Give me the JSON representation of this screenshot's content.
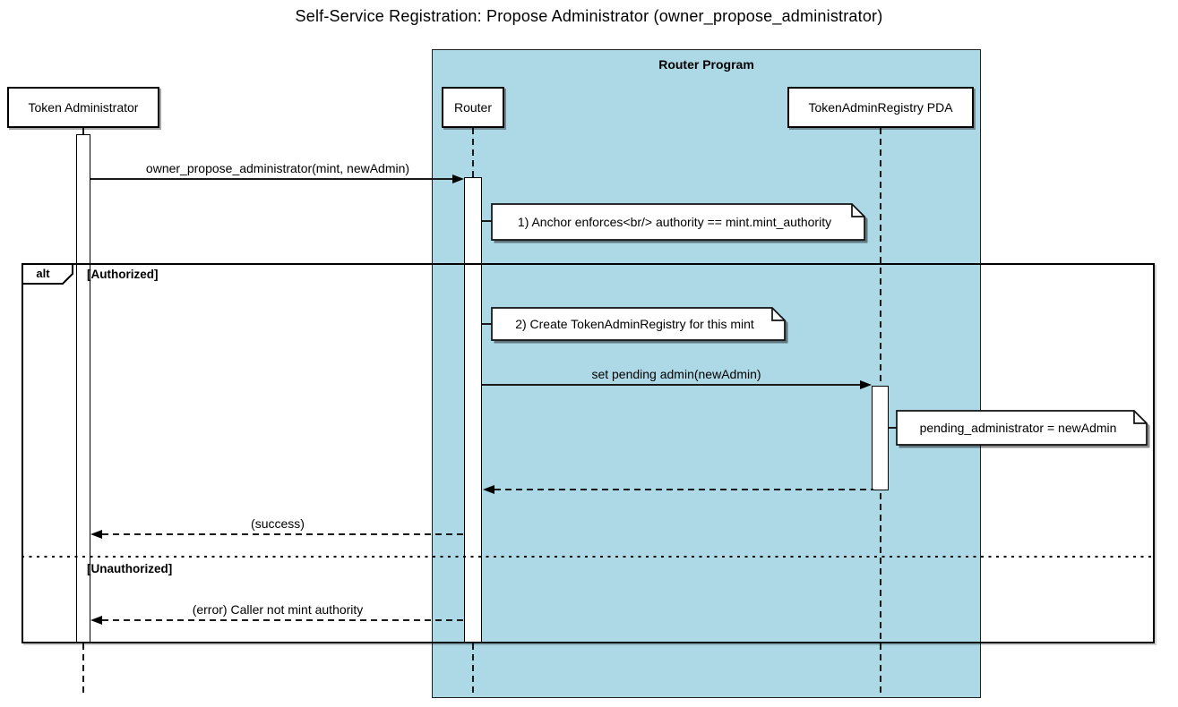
{
  "title": "Self-Service Registration: Propose Administrator (owner_propose_administrator)",
  "program_frame": {
    "label": "Router Program"
  },
  "participants": [
    {
      "name": "Token Administrator"
    },
    {
      "name": "Router"
    },
    {
      "name": "TokenAdminRegistry PDA"
    }
  ],
  "alt_fragment": {
    "operator": "alt",
    "branches": [
      {
        "guard": "[Authorized]"
      },
      {
        "guard": "[Unauthorized]"
      }
    ]
  },
  "messages": [
    {
      "label": "owner_propose_administrator(mint, newAdmin)",
      "style": "solid",
      "from": "Token Administrator",
      "to": "Router"
    },
    {
      "label": "set pending admin(newAdmin)",
      "style": "solid",
      "from": "Router",
      "to": "TokenAdminRegistry PDA"
    },
    {
      "label": "",
      "style": "dashed",
      "from": "TokenAdminRegistry PDA",
      "to": "Router"
    },
    {
      "label": "(success)",
      "style": "dashed",
      "from": "Router",
      "to": "Token Administrator"
    },
    {
      "label": "(error) Caller not mint authority",
      "style": "dashed",
      "from": "Router",
      "to": "Token Administrator"
    }
  ],
  "notes": [
    {
      "text": "1) Anchor enforces<br/> authority == mint.mint_authority"
    },
    {
      "text": "2) Create TokenAdminRegistry for this mint"
    },
    {
      "text": "pending_administrator = newAdmin"
    }
  ],
  "colors": {
    "program_background": "#ADD8E6",
    "note_background": "#FFFFFF",
    "participant_background": "#FFFFFF",
    "line": "#000000"
  }
}
